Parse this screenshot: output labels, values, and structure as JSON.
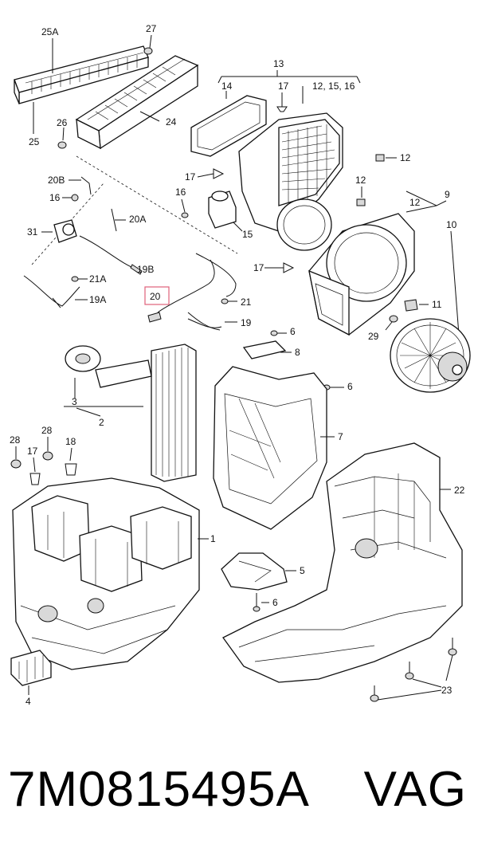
{
  "diagram": {
    "callouts": {
      "c25A": "25A",
      "c27": "27",
      "c25": "25",
      "c26": "26",
      "c24": "24",
      "c13": "13",
      "c14": "14",
      "c17a": "17",
      "c12_15_16": "12, 15, 16",
      "c12a": "12",
      "c12b": "12",
      "c12c": "12",
      "c9": "9",
      "c10": "10",
      "c20B": "20B",
      "c16a": "16",
      "c16b": "16",
      "c20A": "20A",
      "c31": "31",
      "c19B": "19B",
      "c21A": "21A",
      "c19A": "19A",
      "c20": "20",
      "c21": "21",
      "c19": "19",
      "c15": "15",
      "c17b": "17",
      "c17c": "17",
      "c11": "11",
      "c29": "29",
      "c6a": "6",
      "c8": "8",
      "c6b": "6",
      "c7": "7",
      "c3": "3",
      "c2": "2",
      "c28a": "28",
      "c28b": "28",
      "c17d": "17",
      "c18": "18",
      "c22": "22",
      "c1": "1",
      "c5": "5",
      "c6c": "6",
      "c4": "4",
      "c23": "23"
    },
    "highlighted_part": "20"
  },
  "footer": {
    "part_number": "7M0815495A",
    "brand": "VAG"
  },
  "colors": {
    "highlight": "#e0607a",
    "ink": "#111111"
  }
}
